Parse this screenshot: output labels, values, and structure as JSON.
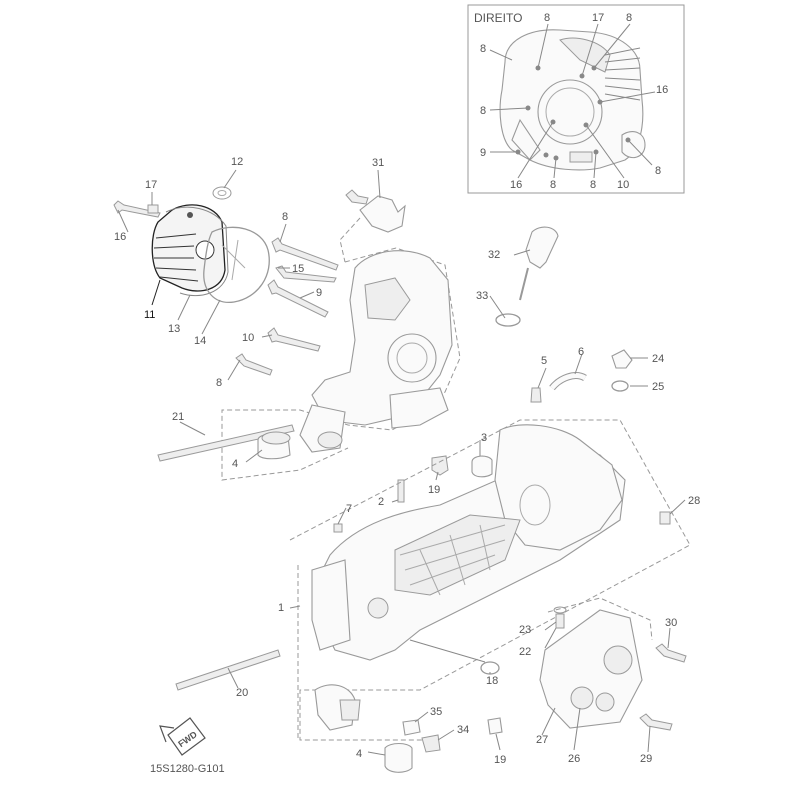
{
  "diagram": {
    "inset_title": "DIREITO",
    "drawing_code": "15S1280-G101",
    "fwd_label": "FWD",
    "main_labels": [
      {
        "text": "12"
      },
      {
        "text": "17"
      },
      {
        "text": "16"
      },
      {
        "text": "11"
      },
      {
        "text": "13"
      },
      {
        "text": "14"
      },
      {
        "text": "8"
      },
      {
        "text": "15"
      },
      {
        "text": "9"
      },
      {
        "text": "10"
      },
      {
        "text": "8"
      },
      {
        "text": "31"
      },
      {
        "text": "32"
      },
      {
        "text": "33"
      },
      {
        "text": "21"
      },
      {
        "text": "4"
      },
      {
        "text": "5"
      },
      {
        "text": "6"
      },
      {
        "text": "24"
      },
      {
        "text": "25"
      },
      {
        "text": "3"
      },
      {
        "text": "19"
      },
      {
        "text": "2"
      },
      {
        "text": "7"
      },
      {
        "text": "28"
      },
      {
        "text": "1"
      },
      {
        "text": "23"
      },
      {
        "text": "22"
      },
      {
        "text": "30"
      },
      {
        "text": "20"
      },
      {
        "text": "18"
      },
      {
        "text": "35"
      },
      {
        "text": "34"
      },
      {
        "text": "27"
      },
      {
        "text": "26"
      },
      {
        "text": "29"
      },
      {
        "text": "19"
      },
      {
        "text": "4"
      }
    ],
    "inset_labels": [
      {
        "text": "8"
      },
      {
        "text": "17"
      },
      {
        "text": "8"
      },
      {
        "text": "8"
      },
      {
        "text": "16"
      },
      {
        "text": "8"
      },
      {
        "text": "9"
      },
      {
        "text": "16"
      },
      {
        "text": "8"
      },
      {
        "text": "8"
      },
      {
        "text": "10"
      },
      {
        "text": "8"
      }
    ]
  }
}
